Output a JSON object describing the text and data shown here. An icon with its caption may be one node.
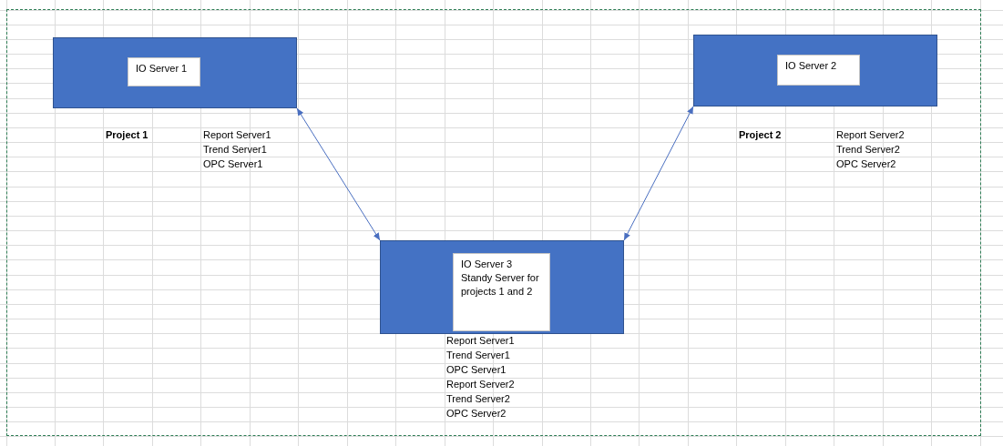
{
  "diagram": {
    "nodes": [
      {
        "text": [],
        "shape": "box",
        "beside": [
          "Project 1",
          "Report Server1",
          "Trend Server1",
          "OPC Server1"
        ]
      },
      {
        "text": [
          "IO Server 1"
        ],
        "in": 0
      },
      {
        "text": [],
        "shape": "box",
        "beside": [
          "Project 2",
          "Report Server2",
          "Trend Server2",
          "OPC Server2"
        ]
      },
      {
        "text": [
          "IO Server 2"
        ],
        "in": 2
      },
      {
        "text": [],
        "shape": "box",
        "beside": [
          "Report Server1",
          "Trend Server1",
          "OPC Server1",
          "Report Server2",
          "Trend Server2",
          "OPC Server2"
        ]
      },
      {
        "text": [
          "IO Server 3",
          "Standy Server for projects 1 and 2"
        ],
        "in": 4
      }
    ],
    "edges": [
      {
        "from": 0,
        "to": 4,
        "arrow": "both"
      },
      {
        "from": 4,
        "to": 2,
        "arrow": "both"
      }
    ]
  }
}
